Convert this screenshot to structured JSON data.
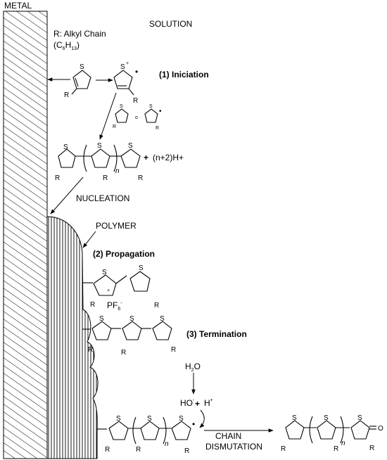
{
  "labels": {
    "metal": "METAL",
    "solution": "SOLUTION",
    "r_def": "R: Alkyl Chain",
    "r_formula": "(C6H13)",
    "iniciation": "(1) Iniciation",
    "or": "o",
    "hplus_count": "(n+2)H+",
    "nucleation": "NUCLEATION",
    "polymer": "POLYMER",
    "propagation": "(2) Propagation",
    "pf6": "PF6-",
    "termination": "(3) Termination",
    "water": "H2O",
    "hydroxide": "HO-",
    "plus": "+",
    "proton": "H+",
    "chain": "CHAIN",
    "dismutation": "DISMUTATION",
    "r": "R",
    "s": "S",
    "n": "n",
    "o_atom": "O",
    "dot": "•"
  }
}
